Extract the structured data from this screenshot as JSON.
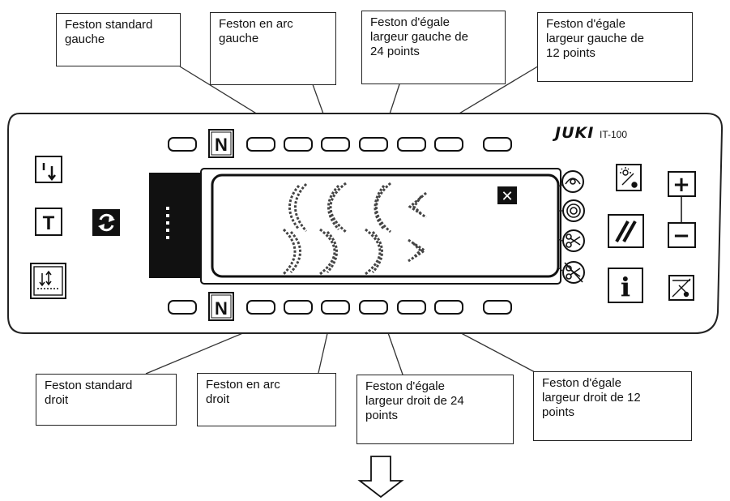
{
  "callouts_top": [
    {
      "id": "c-top-1",
      "text": "Feston standard\ngauche"
    },
    {
      "id": "c-top-2",
      "text": "Feston en arc\ngauche"
    },
    {
      "id": "c-top-3",
      "text": "Feston d'égale\nlargeur gauche de\n24 points"
    },
    {
      "id": "c-top-4",
      "text": "Feston d'égale\nlargeur gauche de\n12 points"
    }
  ],
  "callouts_bottom": [
    {
      "id": "c-bot-1",
      "text": "Feston standard\ndroit"
    },
    {
      "id": "c-bot-2",
      "text": "Feston en arc\ndroit"
    },
    {
      "id": "c-bot-3",
      "text": "Feston d'égale\nlargeur droit de 24\npoints"
    },
    {
      "id": "c-bot-4",
      "text": "Feston d'égale\nlargeur droit de 12\npoints"
    }
  ],
  "panel": {
    "brand": "JUKI",
    "model": "IT-100",
    "key_t_label": "T",
    "key_plus_label": "+",
    "key_minus_label": "−",
    "key_info_label": "i",
    "key_n_top_label": "N",
    "key_n_bottom_label": "N",
    "close_label": "✕"
  }
}
